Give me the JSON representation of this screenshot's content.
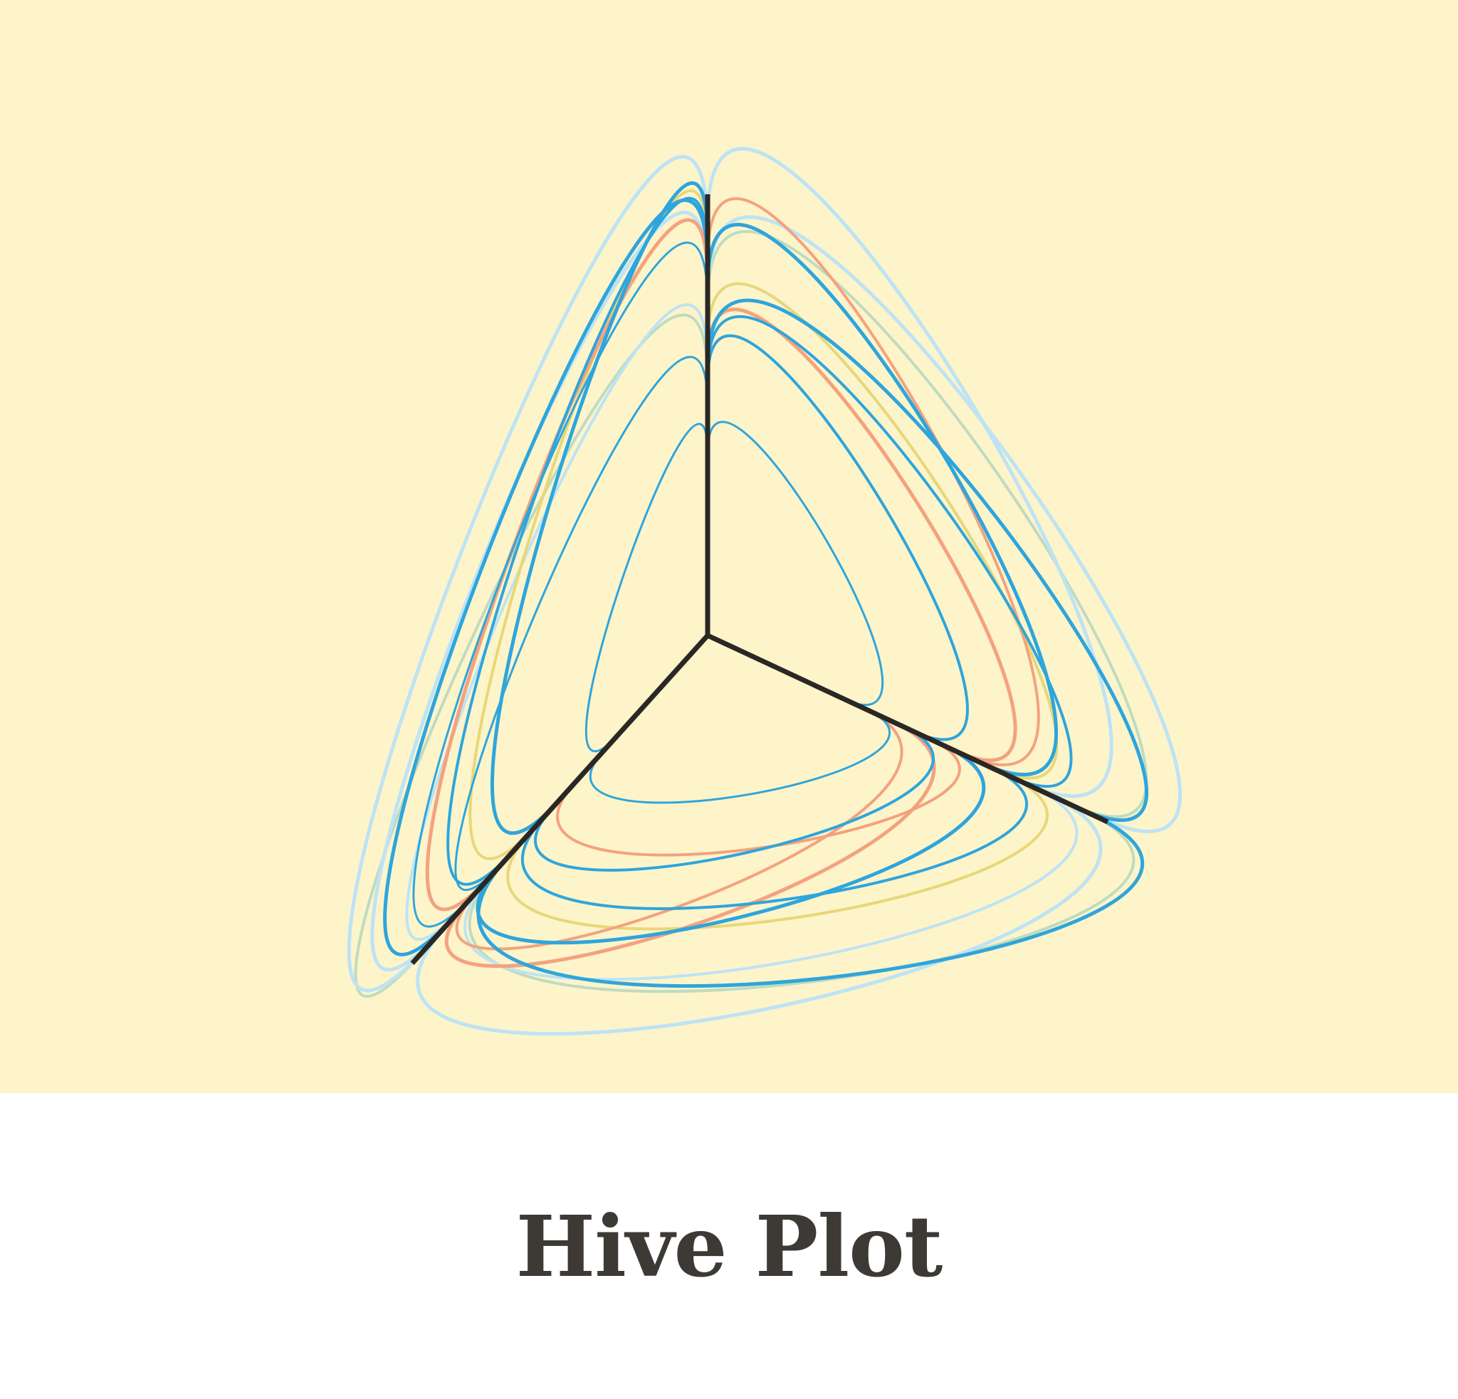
{
  "title": "Hive Plot",
  "colors": {
    "background": "#fdf4ca",
    "axis": "#2b2724",
    "title": "#3d3934",
    "blue": "#2ea5dc",
    "light_blue": "#bde3f4",
    "orange": "#f4a27e",
    "yellow": "#e8d777",
    "green": "#bfdbc0"
  },
  "hive": {
    "axes": [
      {
        "name": "axis-top",
        "angle": -90
      },
      {
        "name": "axis-right",
        "angle": 25
      },
      {
        "name": "axis-left",
        "angle": 132
      }
    ],
    "edges": [
      {
        "from": [
          "axis-top",
          0.88
        ],
        "to": [
          "axis-left",
          0.35
        ],
        "color": "blue",
        "weight": 5
      },
      {
        "from": [
          "axis-top",
          0.82
        ],
        "to": [
          "axis-left",
          0.55
        ],
        "color": "blue",
        "weight": 4
      },
      {
        "from": [
          "axis-top",
          0.79
        ],
        "to": [
          "axis-left",
          0.82
        ],
        "color": "blue",
        "weight": 5
      },
      {
        "from": [
          "axis-top",
          0.68
        ],
        "to": [
          "axis-left",
          0.72
        ],
        "color": "blue",
        "weight": 3
      },
      {
        "from": [
          "axis-top",
          0.37
        ],
        "to": [
          "axis-left",
          0.6
        ],
        "color": "blue",
        "weight": 3
      },
      {
        "from": [
          "axis-top",
          0.23
        ],
        "to": [
          "axis-left",
          0.08
        ],
        "color": "blue",
        "weight": 3
      },
      {
        "from": [
          "axis-top",
          0.9
        ],
        "to": [
          "axis-left",
          0.95
        ],
        "color": "light_blue",
        "weight": 5
      },
      {
        "from": [
          "axis-top",
          0.75
        ],
        "to": [
          "axis-left",
          0.88
        ],
        "color": "light_blue",
        "weight": 5
      },
      {
        "from": [
          "axis-top",
          0.5
        ],
        "to": [
          "axis-left",
          0.78
        ],
        "color": "light_blue",
        "weight": 4
      },
      {
        "from": [
          "axis-top",
          0.85
        ],
        "to": [
          "axis-left",
          0.45
        ],
        "color": "yellow",
        "weight": 4
      },
      {
        "from": [
          "axis-top",
          0.75
        ],
        "to": [
          "axis-left",
          0.65
        ],
        "color": "orange",
        "weight": 5
      },
      {
        "from": [
          "axis-top",
          0.45
        ],
        "to": [
          "axis-left",
          1.0
        ],
        "color": "green",
        "weight": 4
      },
      {
        "from": [
          "axis-top",
          0.74
        ],
        "to": [
          "axis-right",
          0.59
        ],
        "color": "blue",
        "weight": 5
      },
      {
        "from": [
          "axis-top",
          0.49
        ],
        "to": [
          "axis-right",
          0.91
        ],
        "color": "blue",
        "weight": 5
      },
      {
        "from": [
          "axis-top",
          0.47
        ],
        "to": [
          "axis-right",
          0.68
        ],
        "color": "blue",
        "weight": 4
      },
      {
        "from": [
          "axis-top",
          0.45
        ],
        "to": [
          "axis-right",
          0.36
        ],
        "color": "blue",
        "weight": 4
      },
      {
        "from": [
          "axis-top",
          0.23
        ],
        "to": [
          "axis-right",
          0.13
        ],
        "color": "blue",
        "weight": 3
      },
      {
        "from": [
          "axis-top",
          0.94
        ],
        "to": [
          "axis-right",
          0.73
        ],
        "color": "light_blue",
        "weight": 5
      },
      {
        "from": [
          "axis-top",
          0.72
        ],
        "to": [
          "axis-right",
          0.98
        ],
        "color": "light_blue",
        "weight": 5
      },
      {
        "from": [
          "axis-top",
          0.57
        ],
        "to": [
          "axis-right",
          0.62
        ],
        "color": "light_blue",
        "weight": 4
      },
      {
        "from": [
          "axis-top",
          0.82
        ],
        "to": [
          "axis-right",
          0.52
        ],
        "color": "orange",
        "weight": 4
      },
      {
        "from": [
          "axis-top",
          0.51
        ],
        "to": [
          "axis-right",
          0.5
        ],
        "color": "orange",
        "weight": 5
      },
      {
        "from": [
          "axis-top",
          0.57
        ],
        "to": [
          "axis-right",
          0.62
        ],
        "color": "yellow",
        "weight": 4
      },
      {
        "from": [
          "axis-top",
          0.69
        ],
        "to": [
          "axis-right",
          0.88
        ],
        "color": "green",
        "weight": 4
      },
      {
        "from": [
          "axis-right",
          0.97
        ],
        "to": [
          "axis-left",
          0.59
        ],
        "color": "blue",
        "weight": 5
      },
      {
        "from": [
          "axis-right",
          0.62
        ],
        "to": [
          "axis-left",
          0.42
        ],
        "color": "blue",
        "weight": 4
      },
      {
        "from": [
          "axis-right",
          0.47
        ],
        "to": [
          "axis-left",
          0.62
        ],
        "color": "blue",
        "weight": 5
      },
      {
        "from": [
          "axis-right",
          0.33
        ],
        "to": [
          "axis-left",
          0.38
        ],
        "color": "blue",
        "weight": 4
      },
      {
        "from": [
          "axis-right",
          0.21
        ],
        "to": [
          "axis-left",
          0.15
        ],
        "color": "blue",
        "weight": 3
      },
      {
        "from": [
          "axis-right",
          0.82
        ],
        "to": [
          "axis-left",
          0.86
        ],
        "color": "light_blue",
        "weight": 5
      },
      {
        "from": [
          "axis-right",
          0.3
        ],
        "to": [
          "axis-left",
          0.76
        ],
        "color": "orange",
        "weight": 5
      },
      {
        "from": [
          "axis-right",
          0.2
        ],
        "to": [
          "axis-left",
          0.72
        ],
        "color": "orange",
        "weight": 4
      },
      {
        "from": [
          "axis-right",
          0.42
        ],
        "to": [
          "axis-left",
          0.28
        ],
        "color": "orange",
        "weight": 4
      },
      {
        "from": [
          "axis-right",
          0.68
        ],
        "to": [
          "axis-left",
          0.48
        ],
        "color": "yellow",
        "weight": 4
      },
      {
        "from": [
          "axis-right",
          0.94
        ],
        "to": [
          "axis-left",
          0.63
        ],
        "color": "green",
        "weight": 4
      },
      {
        "from": [
          "axis-right",
          0.76
        ],
        "to": [
          "axis-left",
          0.66
        ],
        "color": "light_blue",
        "weight": 4
      }
    ]
  }
}
